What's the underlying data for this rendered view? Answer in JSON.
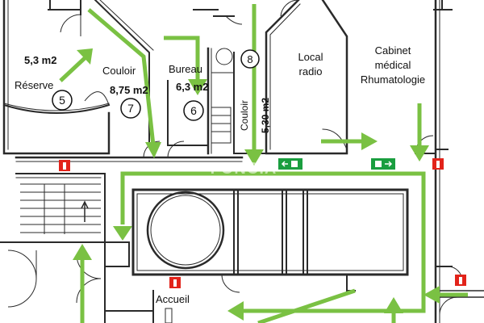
{
  "rooms": {
    "reserve": {
      "name": "Réserve",
      "area": "5,3 m2",
      "number": "5"
    },
    "couloir": {
      "name": "Couloir",
      "area": "8,75 m2",
      "number": "7"
    },
    "bureau": {
      "name": "Bureau",
      "area": "6,3 m2",
      "number": "6"
    },
    "couloir_vertical": {
      "name": "Couloir",
      "area": "5,30 m2",
      "number": "8"
    },
    "local_radio": {
      "line1": "Local",
      "line2": "radio"
    },
    "cabinet": {
      "line1": "Cabinet",
      "line2": "médical",
      "line3": "Rhumatologie"
    },
    "accueil": {
      "name": "Accueil"
    }
  },
  "watermark": "FONCIA",
  "colors": {
    "evacuation_arrow": "#7ac143",
    "wall": "#2a2a2a",
    "fire_extinguisher": "#e2231a",
    "exit_sign": "#1a9e3f"
  },
  "icons": [
    "evacuation-arrow-icon",
    "fire-extinguisher-icon",
    "emergency-exit-sign-icon",
    "staircase-icon"
  ]
}
